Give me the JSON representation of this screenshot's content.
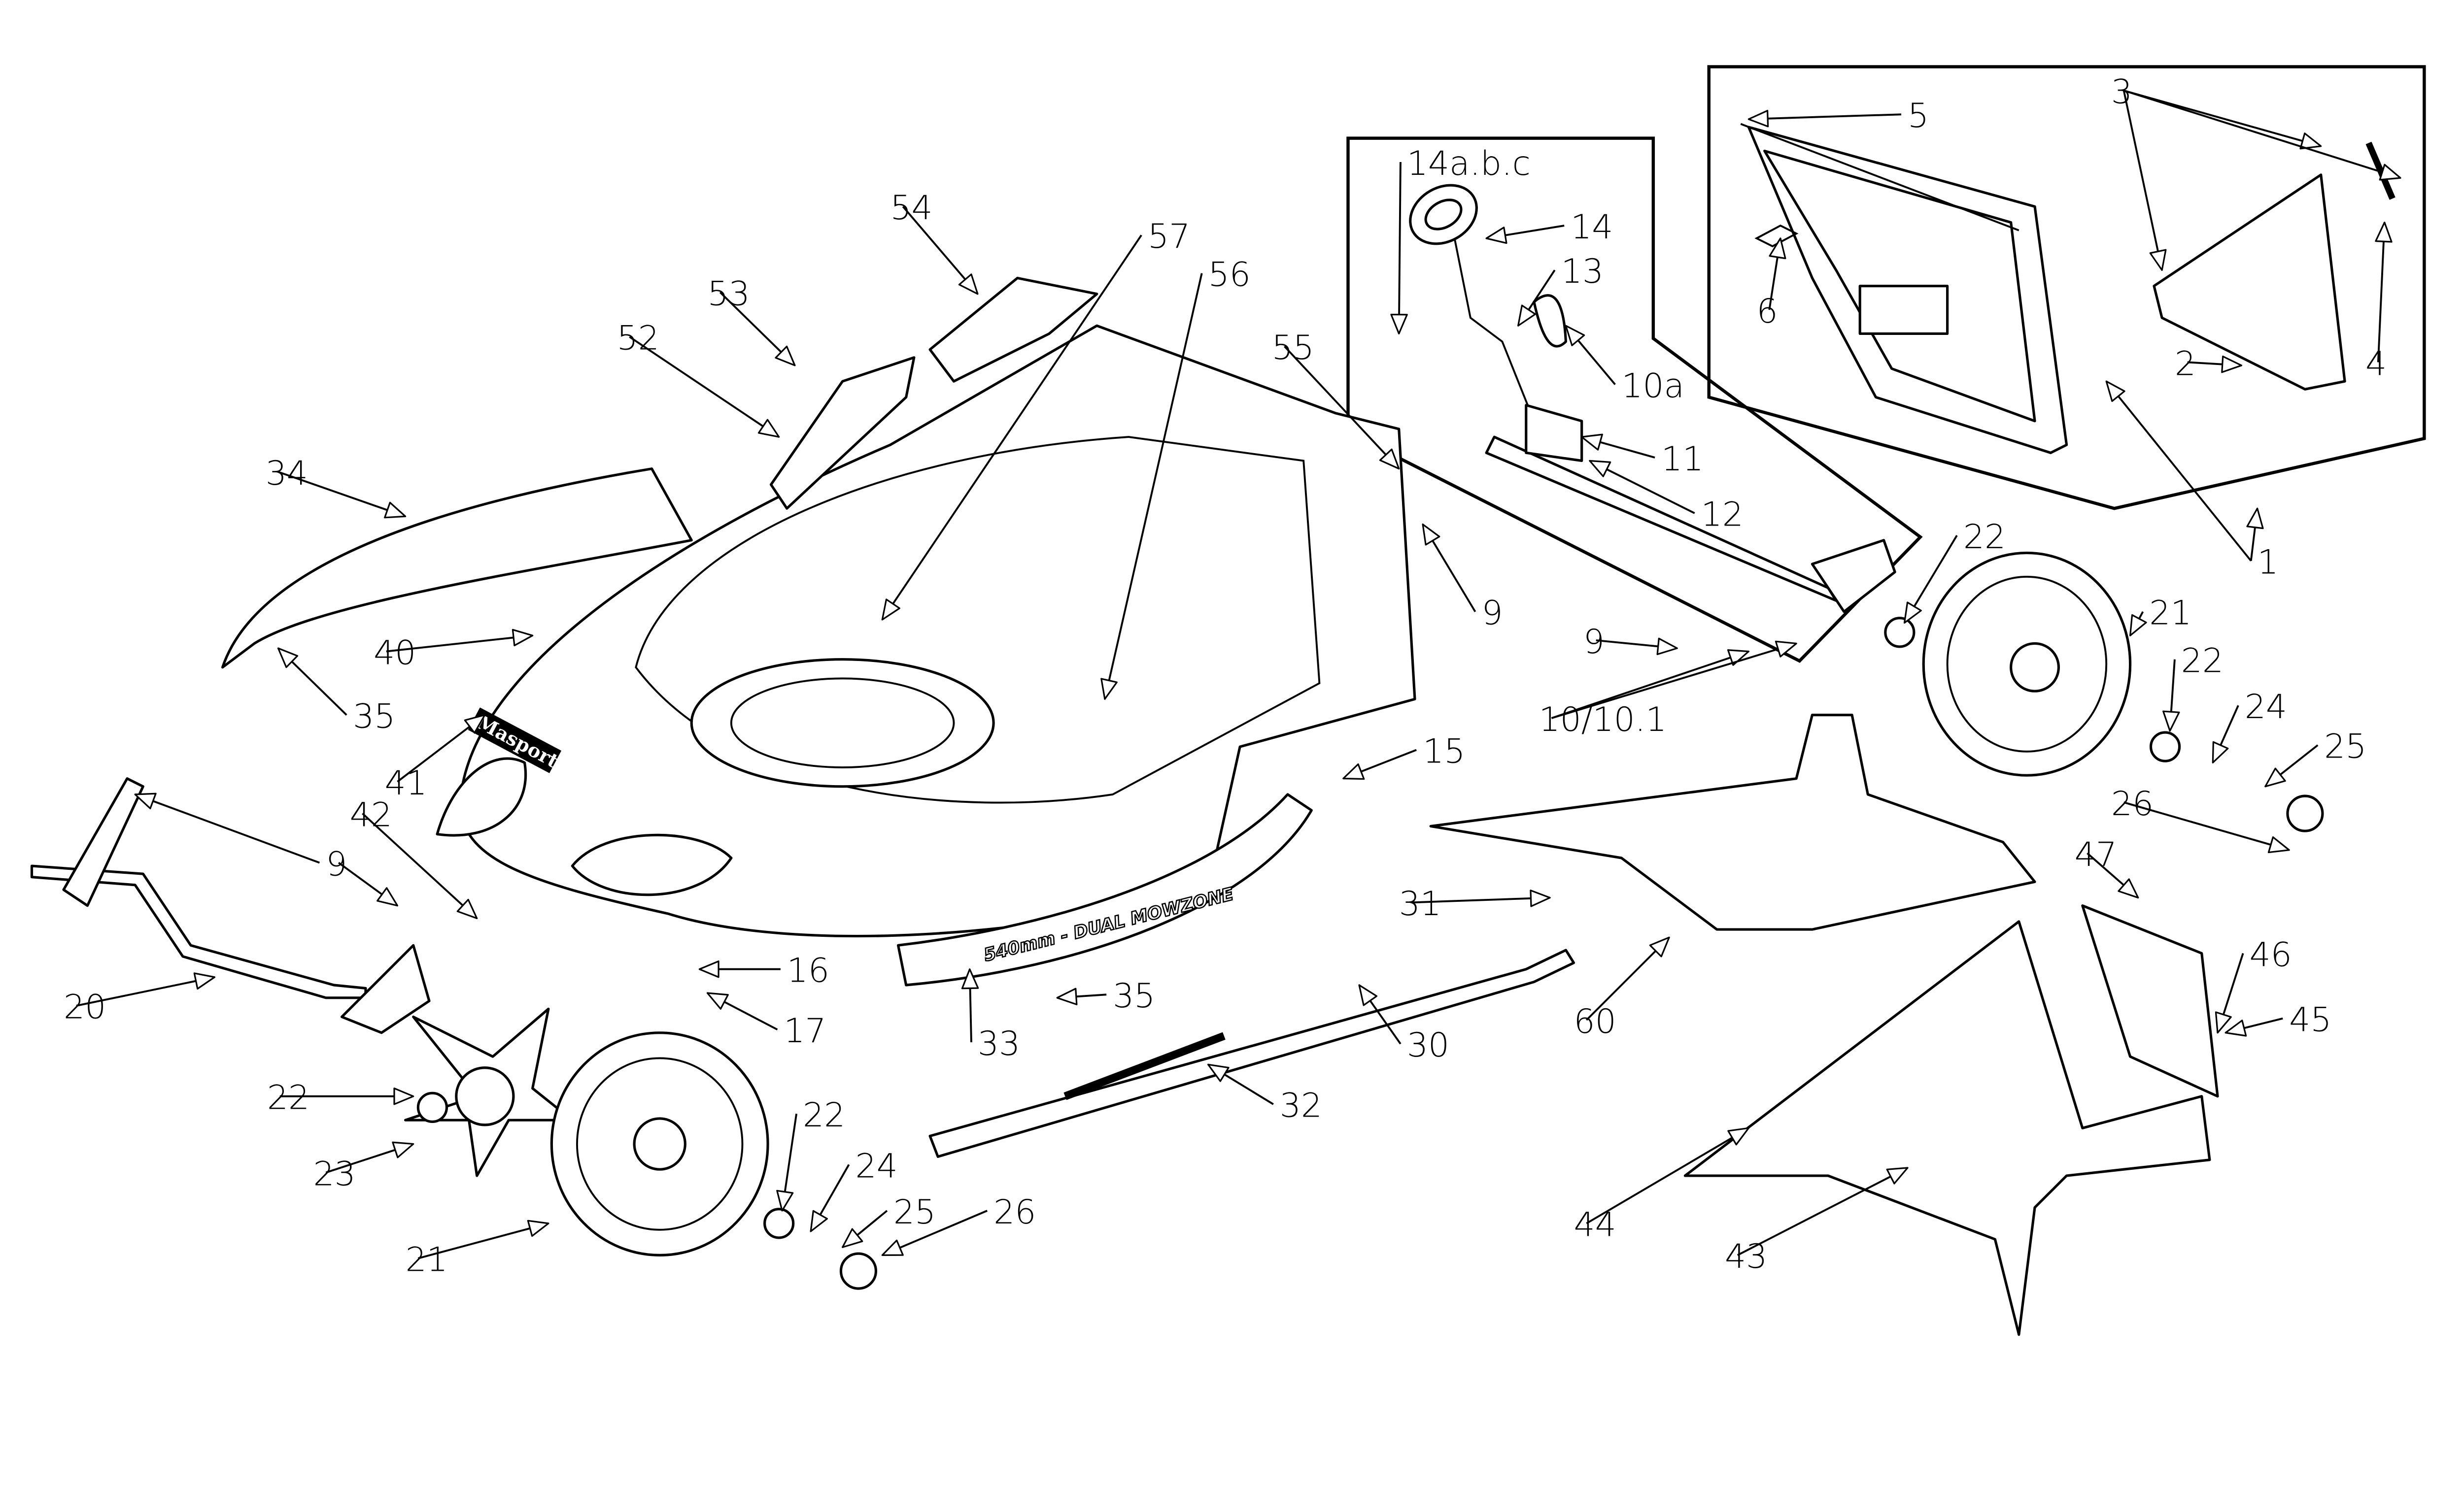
{
  "diagram": {
    "part_text": {
      "logo": "Masport",
      "deck_decal": "540mm - DUAL MOWZONE"
    },
    "callouts": [
      "5",
      "3",
      "6",
      "14a.b.c",
      "14",
      "13",
      "10a",
      "11",
      "12",
      "22",
      "21",
      "22",
      "24",
      "25",
      "26",
      "9",
      "9",
      "9",
      "10/10.1",
      "1",
      "2",
      "4",
      "54",
      "57",
      "56",
      "53",
      "52",
      "55",
      "34",
      "40",
      "35",
      "41",
      "42",
      "15",
      "31",
      "47",
      "60",
      "46",
      "45",
      "16",
      "17",
      "35",
      "33",
      "30",
      "32",
      "20",
      "22",
      "23",
      "21",
      "22",
      "24",
      "25",
      "26",
      "44",
      "43"
    ]
  }
}
